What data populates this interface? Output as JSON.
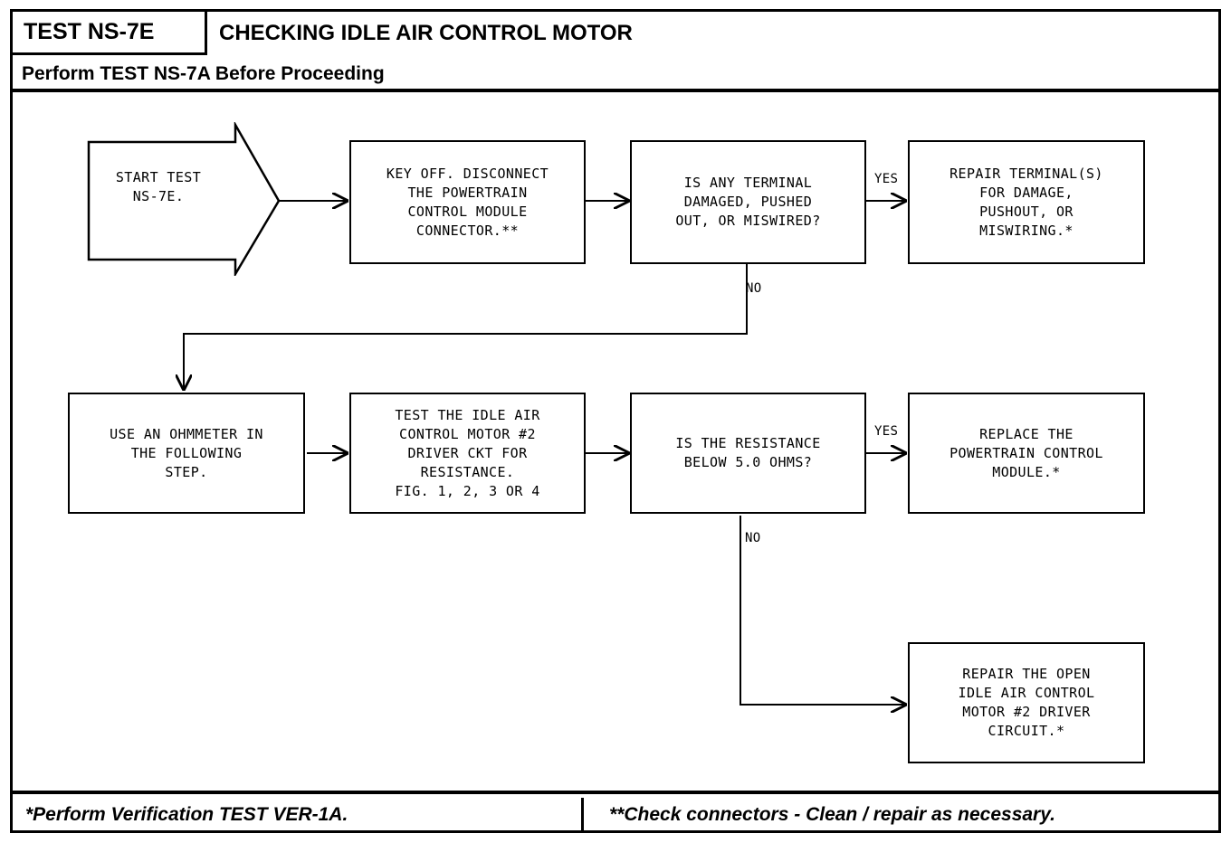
{
  "header": {
    "test_id": "TEST NS-7E",
    "title": "CHECKING IDLE AIR CONTROL MOTOR",
    "subtitle": "Perform TEST NS-7A Before Proceeding"
  },
  "flow": {
    "start": {
      "label": "START TEST\nNS-7E."
    },
    "nodes": [
      {
        "id": "key-off",
        "label": "KEY OFF. DISCONNECT\nTHE POWERTRAIN\nCONTROL MODULE\nCONNECTOR.**"
      },
      {
        "id": "terminal-check",
        "label": "IS ANY TERMINAL\nDAMAGED, PUSHED\nOUT, OR MISWIRED?"
      },
      {
        "id": "repair-terminals",
        "label": "REPAIR TERMINAL(S)\nFOR DAMAGE,\nPUSHOUT, OR\nMISWIRING.*"
      },
      {
        "id": "use-ohmmeter",
        "label": "USE AN OHMMETER IN\nTHE FOLLOWING\nSTEP."
      },
      {
        "id": "test-driver-ckt",
        "label": "TEST THE IDLE AIR\nCONTROL MOTOR #2\nDRIVER CKT FOR\nRESISTANCE.\nFIG. 1, 2, 3 OR 4"
      },
      {
        "id": "resistance-check",
        "label": "IS THE RESISTANCE\nBELOW 5.0 OHMS?"
      },
      {
        "id": "replace-pcm",
        "label": "REPLACE THE\nPOWERTRAIN CONTROL\nMODULE.*"
      },
      {
        "id": "repair-open-circuit",
        "label": "REPAIR THE OPEN\nIDLE AIR CONTROL\nMOTOR #2 DRIVER\nCIRCUIT.*"
      }
    ],
    "edge_labels": {
      "terminal_yes": "YES",
      "terminal_no": "NO",
      "resistance_yes": "YES",
      "resistance_no": "NO"
    }
  },
  "footer": {
    "left": "*Perform Verification TEST VER-1A.",
    "right": "**Check connectors - Clean / repair as necessary."
  },
  "colors": {
    "ink": "#000000",
    "paper": "#ffffff"
  }
}
